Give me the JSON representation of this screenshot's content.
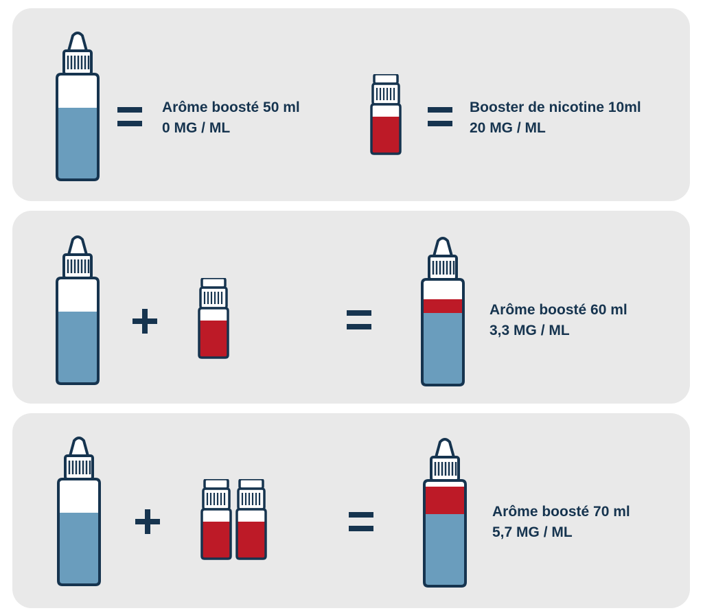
{
  "colors": {
    "outline": "#16344f",
    "liquid": "#6a9dbd",
    "nicotine": "#bd1a27",
    "panel": "#e9e9e9",
    "bottle_body": "#ffffff"
  },
  "rows": [
    {
      "flavor_label": "Arôme boosté 50 ml",
      "flavor_strength": "0 MG / ML",
      "booster_label": "Booster de nicotine 10ml",
      "booster_strength": "20 MG / ML",
      "operators": [
        "=",
        "="
      ]
    },
    {
      "result_label": "Arôme boosté 60 ml",
      "result_strength": "3,3 MG / ML",
      "operators": [
        "+",
        "="
      ],
      "booster_count": 1
    },
    {
      "result_label": "Arôme boosté 70 ml",
      "result_strength": "5,7 MG / ML",
      "operators": [
        "+",
        "="
      ],
      "booster_count": 2
    }
  ]
}
